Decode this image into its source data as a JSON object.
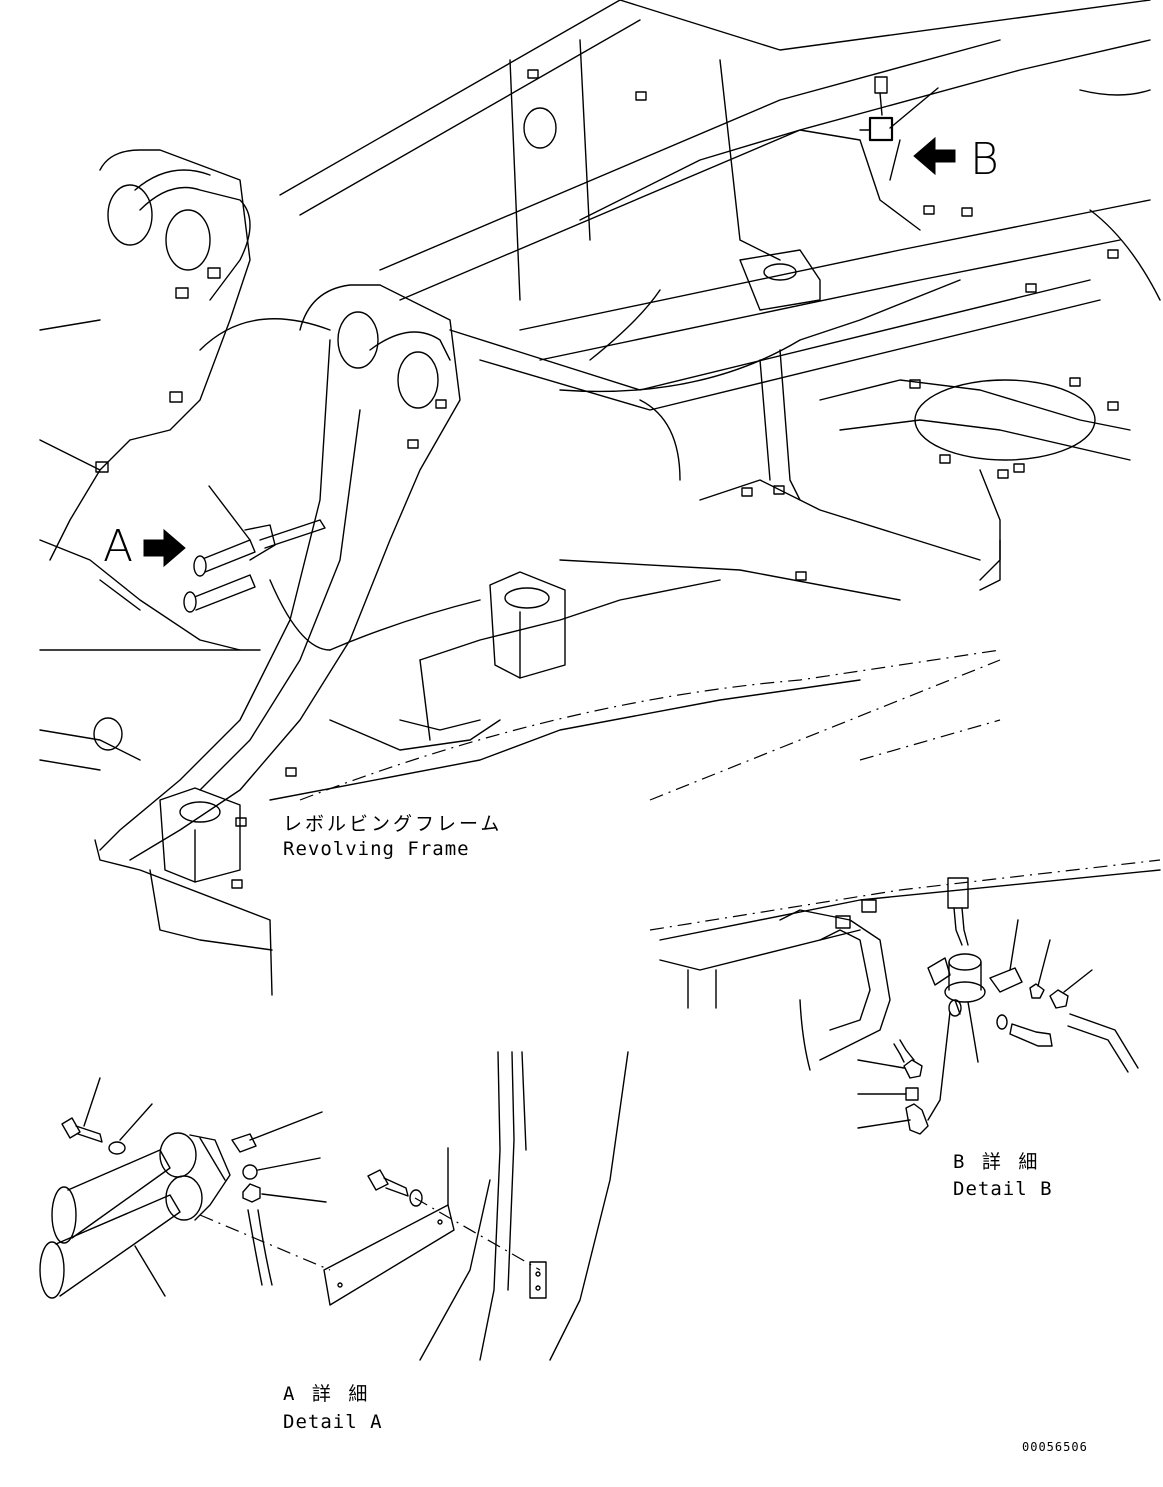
{
  "labels": {
    "view_a": "A",
    "view_b": "B",
    "frame_jp": "レボルビングフレーム",
    "frame_en": "Revolving Frame",
    "detail_b_jp": "B 詳 細",
    "detail_b_en": "Detail B",
    "detail_a_jp": "A 詳 細",
    "detail_a_en": "Detail A",
    "drawing_no": "00056506"
  }
}
